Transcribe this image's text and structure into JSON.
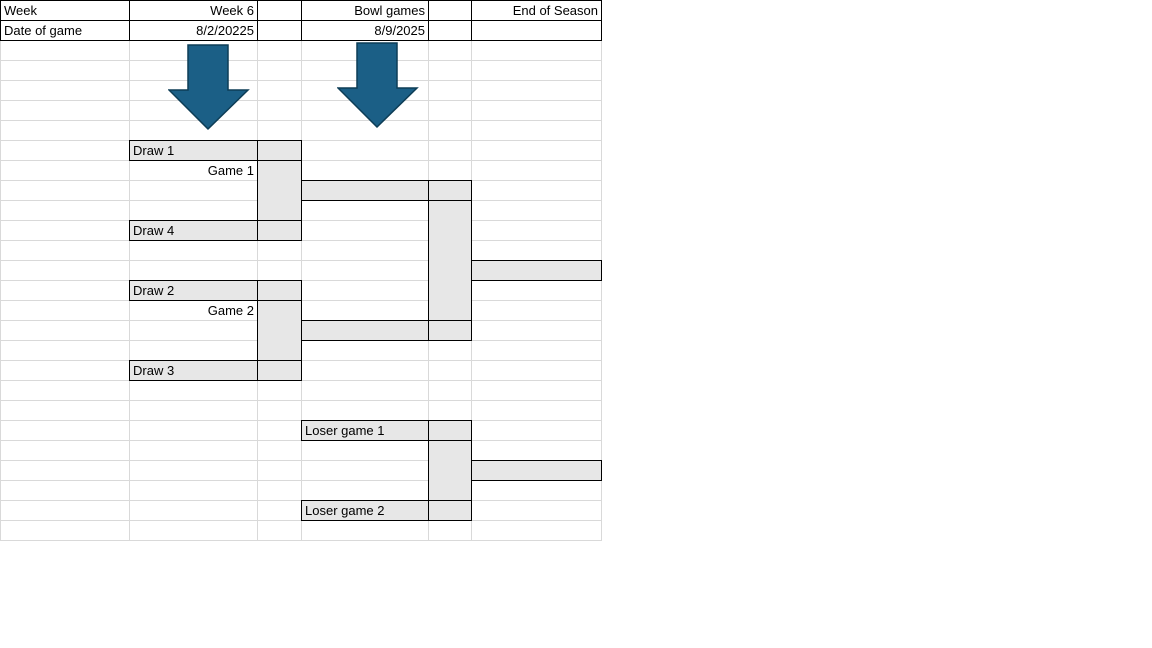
{
  "header": {
    "row1_label": "Week",
    "week_label": "Week 6",
    "bowl_label": "Bowl games",
    "end_label": "End of Season",
    "row2_label": "Date of game",
    "week_date": "8/2/20225",
    "bowl_date": "8/9/2025"
  },
  "bracket": {
    "draw1": "Draw 1",
    "draw2": "Draw 2",
    "draw3": "Draw 3",
    "draw4": "Draw 4",
    "game1": "Game 1",
    "game2": "Game 2",
    "loser1": "Loser game 1",
    "loser2": "Loser game 2"
  },
  "colors": {
    "arrow_fill": "#1b5f86",
    "arrow_stroke": "#0d3d56",
    "cell_fill": "#e7e7e7",
    "gridline": "#d9d9d9"
  },
  "icons": {
    "arrow1": "down-arrow-icon",
    "arrow2": "down-arrow-icon"
  }
}
